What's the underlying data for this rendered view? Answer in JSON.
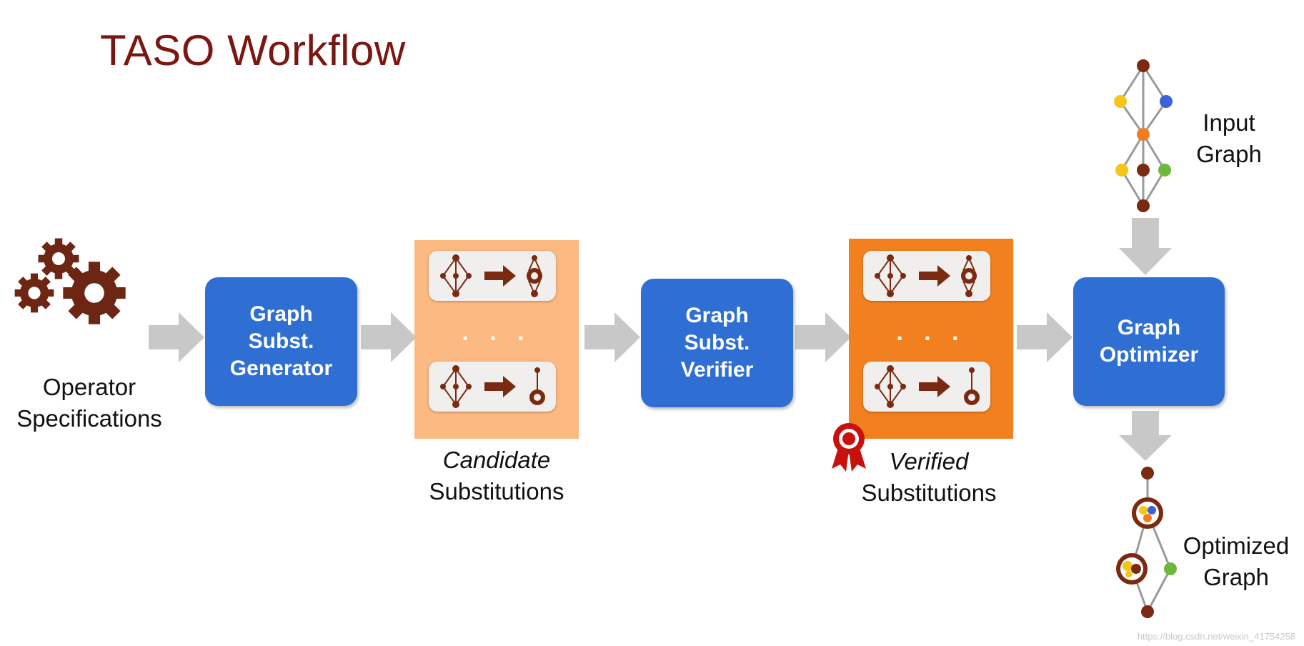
{
  "title": "TASO Workflow",
  "operator_label": [
    "Operator",
    "Specifications"
  ],
  "generator_box": [
    "Graph",
    "Subst.",
    "Generator"
  ],
  "verifier_box": [
    "Graph",
    "Subst.",
    "Verifier"
  ],
  "optimizer_box": [
    "Graph",
    "Optimizer"
  ],
  "candidate_label": [
    "Candidate",
    "Substitutions"
  ],
  "verified_label": [
    "Verified",
    "Substitutions"
  ],
  "panel_ellipsis": ". . .",
  "input_graph_label": [
    "Input",
    "Graph"
  ],
  "optimized_graph_label": [
    "Optimized",
    "Graph"
  ],
  "watermark": "https://blog.csdn.net/weixin_41754258",
  "colors": {
    "title": "#7a1712",
    "box_blue": "#2f6fd3",
    "candidate_panel": "#fcb981",
    "verified_panel": "#f2801f",
    "arrow_gray": "#c8c8c8",
    "node_dark": "#7a2a10"
  }
}
